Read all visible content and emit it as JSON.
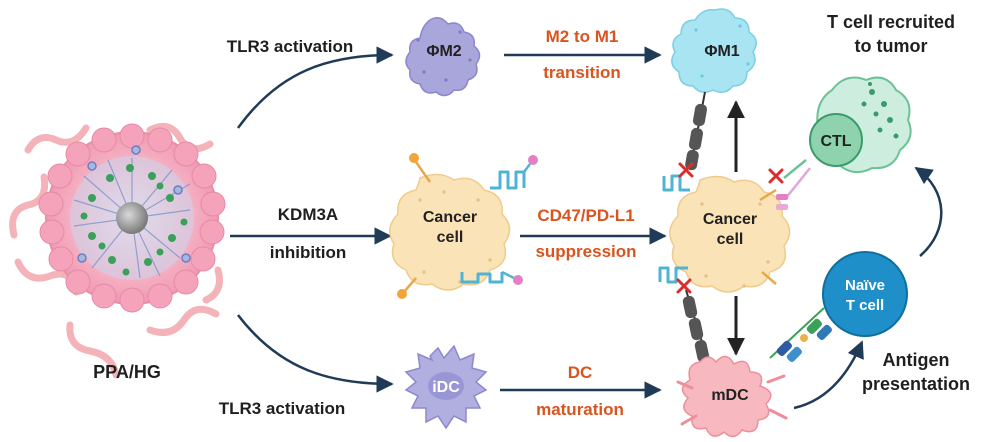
{
  "labels": {
    "tlr3_top": "TLR3 activation",
    "kdm3a_line1": "KDM3A",
    "kdm3a_line2": "inhibition",
    "tlr3_bottom": "TLR3 activation",
    "m2_to_m1_line1": "M2 to M1",
    "m2_to_m1_line2": "transition",
    "cd47_line1": "CD47/PD-L1",
    "cd47_line2": "suppression",
    "dc_line1": "DC",
    "dc_line2": "maturation",
    "tcell_recruit_line1": "T cell recruited",
    "tcell_recruit_line2": "to tumor",
    "antigen_line1": "Antigen",
    "antigen_line2": "presentation",
    "nanoparticle": "PPA/HG"
  },
  "cells": {
    "m2": "ΦM2",
    "m1": "ΦM1",
    "cancer_left_line1": "Cancer",
    "cancer_left_line2": "cell",
    "cancer_right_line1": "Cancer",
    "cancer_right_line2": "cell",
    "ctl": "CTL",
    "naive_line1": "Naïve",
    "naive_line2": "T cell",
    "idc": "iDC",
    "mdc": "mDC"
  },
  "colors": {
    "label_dark": "#1f1f1f",
    "label_orange": "#d9541e",
    "macrophage_m2": "#a9a6dc",
    "macrophage_m1": "#a8e4f2",
    "cancer": "#fbe3b8",
    "ctl": "#aee0c4",
    "naive": "#1f8fc9",
    "idc": "#b1aee0",
    "mdc": "#f7b8bf",
    "nanoparticle": "#f6a9bd"
  },
  "icons": [
    "nanoparticle-icon",
    "macrophage-icon",
    "cancer-cell-icon",
    "t-cell-icon",
    "dendritic-cell-icon",
    "inhibition-cross-icon"
  ]
}
